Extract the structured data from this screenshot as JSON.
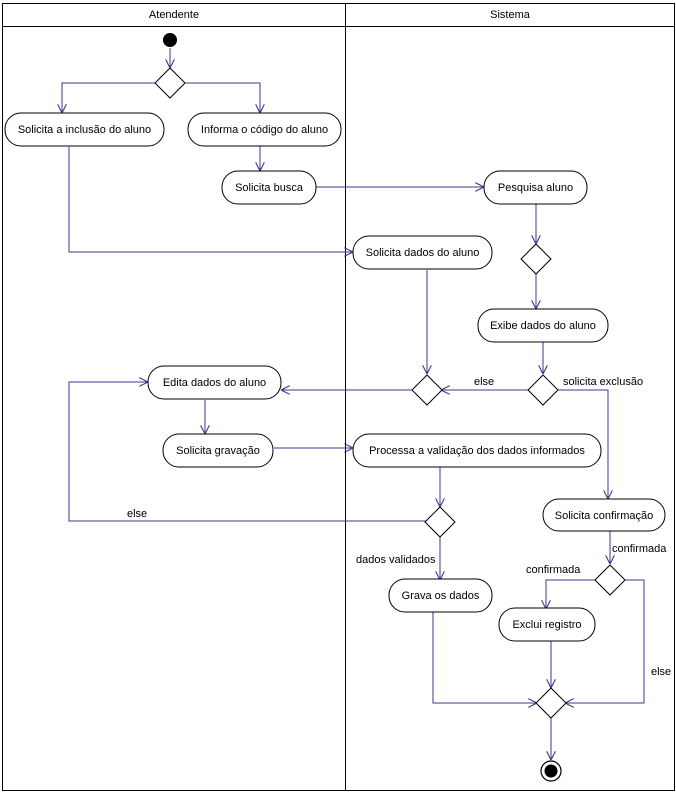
{
  "colors": {
    "flow": "#3a3a8c",
    "outline": "#000000",
    "background": "#ffffff"
  },
  "lanes": {
    "left": "Atendente",
    "right": "Sistema"
  },
  "activities": {
    "solicita_inclusao": "Solicita a inclusão do aluno",
    "informa_codigo": "Informa o código do aluno",
    "solicita_busca": "Solicita busca",
    "pesquisa_aluno": "Pesquisa aluno",
    "solicita_dados": "Solicita dados do aluno",
    "exibe_dados": "Exibe dados do aluno",
    "edita_dados": "Edita dados do aluno",
    "solicita_gravacao": "Solicita gravação",
    "processa_validacao": "Processa a validação dos dados informados",
    "solicita_confirmacao": "Solicita confirmação",
    "grava_dados": "Grava os dados",
    "exclui_registro": "Exclui registro"
  },
  "guards": {
    "else_exibe": "else",
    "solicita_exclusao": "solicita exclusão",
    "else_validacao": "else",
    "dados_validados": "dados validados",
    "confirmada_right": "confirmada",
    "confirmada_left": "confirmada",
    "else_confirmacao": "else"
  }
}
